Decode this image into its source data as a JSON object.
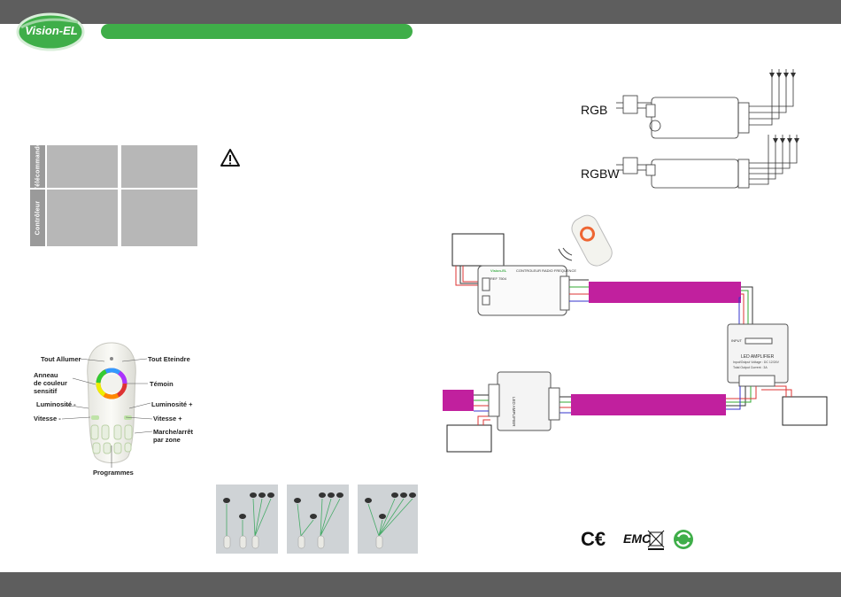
{
  "header": {
    "logo_text": "Vision-EL"
  },
  "table": {
    "row1_label": "Télécommande",
    "row2_label": "Contrôleur"
  },
  "remote_labels": {
    "all_on": "Tout Allumer",
    "all_off": "Tout Eteindre",
    "ring": "Anneau\nde couleur\nsensitif",
    "indicator": "Témoin",
    "bright_minus": "Luminosité -",
    "bright_plus": "Luminosité +",
    "speed_minus": "Vitesse -",
    "speed_plus": "Vitesse +",
    "zone_onoff": "Marche/arrêt\npar zone",
    "programs": "Programmes"
  },
  "wiring": {
    "rgb_label": "RGB",
    "rgbw_label": "RGBW"
  },
  "amplifier": {
    "title": "LED AMPLIFIER",
    "spec1": "Input/Output Voltage : DC 12/24V",
    "spec2": "Total Output Current : 3A",
    "input_label": "INPUT"
  },
  "controller": {
    "brand": "Vision-EL",
    "title": "CONTROLEUR RADIO FREQUENCE",
    "model": "REF 7504"
  },
  "amplifier2": {
    "title": "LED AMPLIFIER"
  },
  "certifications": {
    "emc": "EMC"
  },
  "colors": {
    "magenta": "#c1209e",
    "green": "#3fae49",
    "gray_bar": "#5e5e5e"
  }
}
